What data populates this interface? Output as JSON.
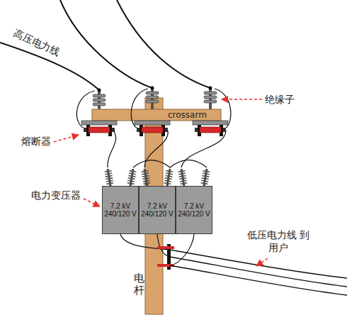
{
  "diagram": {
    "nodes": [
      {
        "text": [
          "7.2 kV",
          "240/120 V"
        ]
      },
      {
        "text": [
          "7.2 kV",
          "240/120 V"
        ]
      },
      {
        "text": [
          "7.2 kV",
          "240/120 V"
        ]
      }
    ],
    "labels": [
      "高压电力线",
      "绝缘子",
      "crossarm",
      "熔断器",
      "电力变压器",
      "低压电力线 到用户",
      "电杆"
    ]
  }
}
